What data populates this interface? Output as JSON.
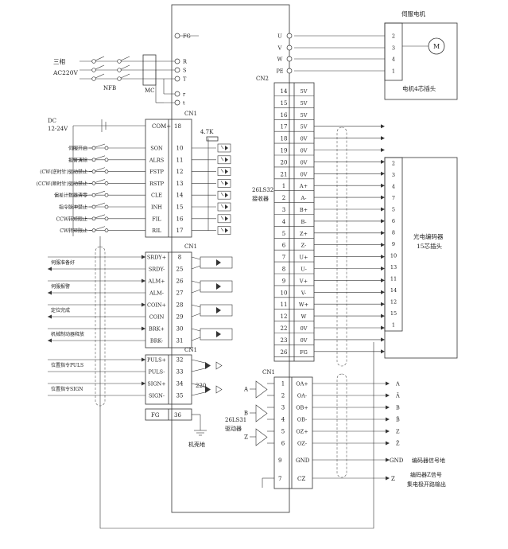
{
  "power": {
    "mains_label_1": "三相",
    "mains_label_2": "AC220V",
    "breaker": "NFB",
    "contactor": "MC",
    "dc_label_1": "DC",
    "dc_label_2": "12-24V",
    "resistor": "4.7K",
    "terminals": [
      "FG",
      "R",
      "S",
      "T",
      "r",
      "t"
    ]
  },
  "motor": {
    "title": "伺服电机",
    "symbol": "M",
    "plug": "电机4芯插头",
    "driver_pins": [
      "U",
      "V",
      "W",
      "PE"
    ],
    "plug_pins": [
      "2",
      "3",
      "4",
      "1"
    ]
  },
  "cn_labels": {
    "cn1": "CN1",
    "cn2": "CN2"
  },
  "cn1_inputs": [
    {
      "label": "伺服开启",
      "name": "SON",
      "pin": "10"
    },
    {
      "label": "报警清除",
      "name": "ALRS",
      "pin": "11"
    },
    {
      "label": "(CW(逆时针)驱动禁止",
      "name": "FSTP",
      "pin": "12"
    },
    {
      "label": "(CCW(顺时针)驱动禁止",
      "name": "RSTP",
      "pin": "13"
    },
    {
      "label": "偏差计数器清零",
      "name": "CLE",
      "pin": "14"
    },
    {
      "label": "指令脉冲禁止",
      "name": "INH",
      "pin": "15"
    },
    {
      "label": "CCW转矩限止",
      "name": "FIL",
      "pin": "16"
    },
    {
      "label": "CW转矩限止",
      "name": "RIL",
      "pin": "17"
    }
  ],
  "cn1_com": {
    "name": "COM+",
    "pin": "18"
  },
  "cn1_outputs": [
    {
      "label": "伺服准备好",
      "pos": "SRDY+",
      "neg": "SRDY-",
      "pin_pos": "8",
      "pin_neg": "25"
    },
    {
      "label": "伺服报警",
      "pos": "ALM+",
      "neg": "ALM-",
      "pin_pos": "26",
      "pin_neg": "27"
    },
    {
      "label": "定位完成",
      "pos": "COIN+",
      "neg": "COIN",
      "pin_pos": "28",
      "pin_neg": "29"
    },
    {
      "label": "机械制动器释放",
      "pos": "BRK+",
      "neg": "BRK-",
      "pin_pos": "30",
      "pin_neg": "31"
    }
  ],
  "cn1_pulse": [
    {
      "label": "位置指令PULS",
      "pos": "PULS+",
      "neg": "PULS-",
      "pin_pos": "32",
      "pin_neg": "33"
    },
    {
      "label": "位置指令SIGN",
      "pos": "SIGN+",
      "neg": "SIGN-",
      "pin_pos": "34",
      "pin_neg": "35"
    }
  ],
  "cn1_resistor": "220",
  "cn1_fg": {
    "name": "FG",
    "pin": "36"
  },
  "chassis": "机壳地",
  "cn2_receiver_1": "26LS32",
  "cn2_receiver_2": "接收器",
  "cn2_pins": [
    {
      "pin": "14",
      "name": "5V"
    },
    {
      "pin": "15",
      "name": "5V"
    },
    {
      "pin": "16",
      "name": "5V"
    },
    {
      "pin": "17",
      "name": "5V"
    },
    {
      "pin": "18",
      "name": "0V"
    },
    {
      "pin": "19",
      "name": "0V"
    },
    {
      "pin": "20",
      "name": "0V"
    },
    {
      "pin": "21",
      "name": "0V"
    },
    {
      "pin": "1",
      "name": "A+"
    },
    {
      "pin": "2",
      "name": "A-"
    },
    {
      "pin": "3",
      "name": "B+"
    },
    {
      "pin": "4",
      "name": "B-"
    },
    {
      "pin": "5",
      "name": "Z+"
    },
    {
      "pin": "6",
      "name": "Z-"
    },
    {
      "pin": "7",
      "name": "U+"
    },
    {
      "pin": "8",
      "name": "U-"
    },
    {
      "pin": "9",
      "name": "V+"
    },
    {
      "pin": "10",
      "name": "V-"
    },
    {
      "pin": "11",
      "name": "W+"
    },
    {
      "pin": "12",
      "name": "W"
    },
    {
      "pin": "22",
      "name": "0V"
    },
    {
      "pin": "23",
      "name": "0V"
    },
    {
      "pin": "26",
      "name": "FG"
    }
  ],
  "encoder": {
    "title_1": "光电编码器",
    "title_2": "15芯插头",
    "pins": [
      "2",
      "3",
      "4",
      "7",
      "5",
      "6",
      "8",
      "9",
      "10",
      "13",
      "11",
      "14",
      "12",
      "15",
      "1"
    ]
  },
  "cn1_driver": {
    "cn_label": "CN1",
    "driver_1": "26LS31",
    "driver_2": "驱动器",
    "rows": [
      {
        "pin": "1",
        "name": "OA+",
        "out": "A"
      },
      {
        "pin": "2",
        "name": "OA-",
        "out": "Ā"
      },
      {
        "pin": "3",
        "name": "OB+",
        "out": "B"
      },
      {
        "pin": "4",
        "name": "OB-",
        "out": "B̄"
      },
      {
        "pin": "5",
        "name": "OZ+",
        "out": "Z"
      },
      {
        "pin": "6",
        "name": "OZ-",
        "out": "Z̄"
      }
    ],
    "in_labels": [
      "A",
      "B",
      "Z"
    ],
    "gnd": {
      "pin": "9",
      "name": "GND",
      "out": "GND",
      "desc": "编码器信号地"
    },
    "cz": {
      "pin": "7",
      "name": "CZ",
      "out": "Z",
      "desc_1": "编码器Z信号",
      "desc_2": "集电极开路输出"
    }
  }
}
